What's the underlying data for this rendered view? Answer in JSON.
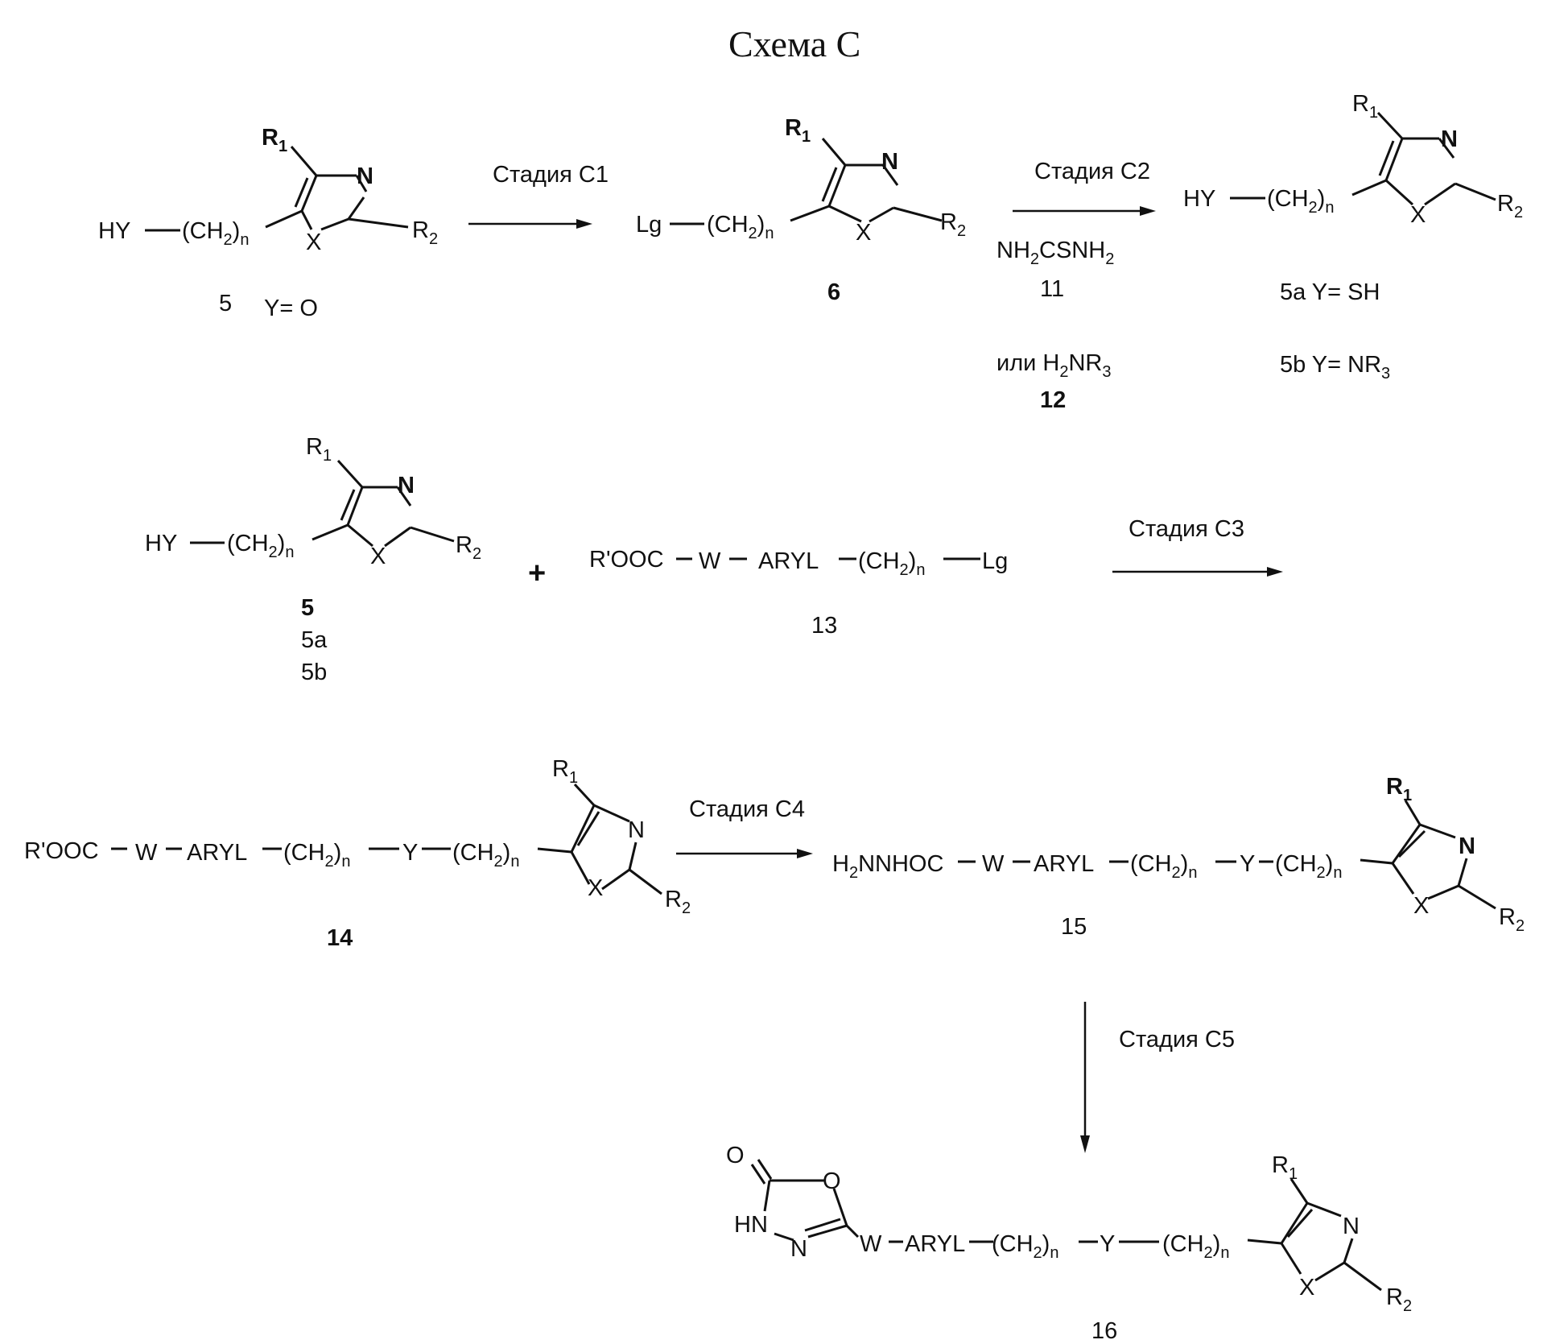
{
  "title": "Схема C",
  "stages": {
    "c1": "Стадия C1",
    "c2": "Стадия C2",
    "c3": "Стадия C3",
    "c4": "Стадия C4",
    "c5": "Стадия C5"
  },
  "atoms": {
    "r": "R",
    "one": "1",
    "two": "2",
    "three": "3",
    "n_atom": "N",
    "x_atom": "X",
    "o_atom": "O",
    "hn": "HN",
    "n_sub": "n",
    "h_sub": "2"
  },
  "fragments": {
    "hy": "HY",
    "lg": "Lg",
    "ch": "(CH",
    "paren_close": ")",
    "rooc": "R'OOC",
    "w": "W",
    "aryl": "ARYL",
    "y": "Y",
    "h2nnhoc_h": "H",
    "h2nnhoc_rest": "NNHOC",
    "plus": "+"
  },
  "reagents": {
    "nh2csnh2_a": "NH",
    "nh2csnh2_b": "CSNH",
    "nh2csnh2_num": "11",
    "alt_prefix": "или H",
    "alt_mid": "NR",
    "alt_num": "12"
  },
  "compounds": {
    "c5_num": "5",
    "c5_cond": "Y= O",
    "c6_num": "6",
    "c5a": "5a Y= SH",
    "c5b_prefix": "5b Y= NR",
    "list_5": "5",
    "list_5a": "5a",
    "list_5b": "5b",
    "c13": "13",
    "c14": "14",
    "c15": "15",
    "c16": "16"
  }
}
